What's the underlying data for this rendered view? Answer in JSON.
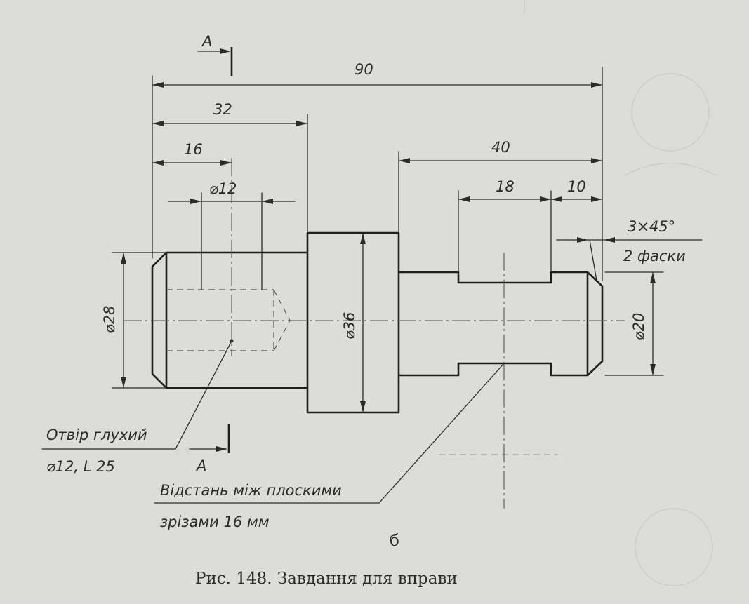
{
  "dimensions": {
    "overall_length": "90",
    "left_part_length": "32",
    "hole_center_offset": "16",
    "hole_diameter": "⌀12",
    "right_part_length": "40",
    "flat_length": "18",
    "end_length": "10",
    "chamfer": "3×45°",
    "chamfer_note": "2 фаски",
    "left_diameter": "⌀28",
    "collar_diameter": "⌀36",
    "right_diameter": "⌀20"
  },
  "section": {
    "top_label": "A",
    "bottom_label": "A"
  },
  "notes": {
    "hole_line1": "Отвір глухий",
    "hole_line2": "⌀12, L 25",
    "flats_line1": "Відстань між плоскими",
    "flats_line2": "зрізами 16 мм"
  },
  "caption": {
    "sublabel": "б",
    "text": "Рис. 148. Завдання для вправи"
  }
}
